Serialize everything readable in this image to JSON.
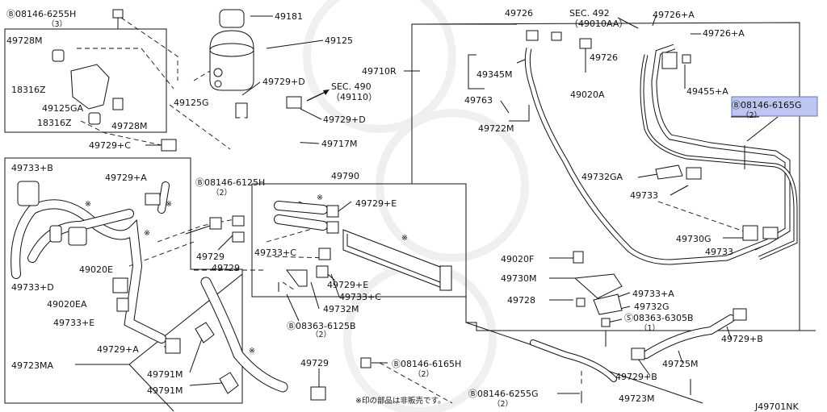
{
  "labels": {
    "l01": "Ⓑ08146-6255H",
    "l02": "（3）",
    "l03": "49728M",
    "l04": "18316Z",
    "l05": "49125GA",
    "l06": "18316Z",
    "l07": "49728M",
    "l08": "49125G",
    "l09": "49729+C",
    "l10": "49181",
    "l11": "49125",
    "l12": "49729+D",
    "l13": "SEC. 490",
    "l14": "（49110）",
    "l15": "49729+D",
    "l16": "49717M",
    "l17": "49733+B",
    "l18": "49729+A",
    "l19": "Ⓑ08146-6125H",
    "l20": "（2）",
    "l21": "49790",
    "l22": "49729+E",
    "l23": "49729",
    "l24": "49729",
    "l25": "49733+C",
    "l26": "49729+E",
    "l27": "49733+C",
    "l28": "49732M",
    "l29": "Ⓑ08363-6125B",
    "l30": "（2）",
    "l31": "49020E",
    "l32": "49733+D",
    "l33": "49020EA",
    "l34": "49733+E",
    "l35": "49729+A",
    "l36": "49791M",
    "l37": "49791M",
    "l38": "49723MA",
    "l39": "49729",
    "l40": "Ⓑ08146-6165H",
    "l41": "（2）",
    "l42": "※印の部品は非販売です。",
    "l43": "49726",
    "l44": "SEC. 492",
    "l45": "（49010AA）",
    "l46": "49726+A",
    "l47": "49726+A",
    "l48": "49710R",
    "l49": "49726",
    "l50": "49345M",
    "l51": "49763",
    "l52": "49722M",
    "l53": "49020A",
    "l54": "49455+A",
    "l55": "Ⓑ08146-6165G",
    "l56": "（2）",
    "l57": "49732GA",
    "l58": "49733",
    "l59": "49730G",
    "l60": "49733",
    "l61": "49020F",
    "l62": "49730M",
    "l63": "49733+A",
    "l64": "49728",
    "l65": "49732G",
    "l66": "Ⓢ08363-6305B",
    "l67": "（1）",
    "l68": "49729+B",
    "l69": "49725M",
    "l70": "49729+B",
    "l71": "Ⓑ08146-6255G",
    "l72": "（2）",
    "l73": "49723M",
    "l74": "J49701NK"
  },
  "notes": {
    "not_sold_mark": "※",
    "highlighted_part": "Ⓑ08146-6165G"
  },
  "colors": {
    "line": "#111111",
    "highlight_fill": "#bcc6f0",
    "highlight_border": "#6a75b8",
    "background": "#ffffff"
  }
}
